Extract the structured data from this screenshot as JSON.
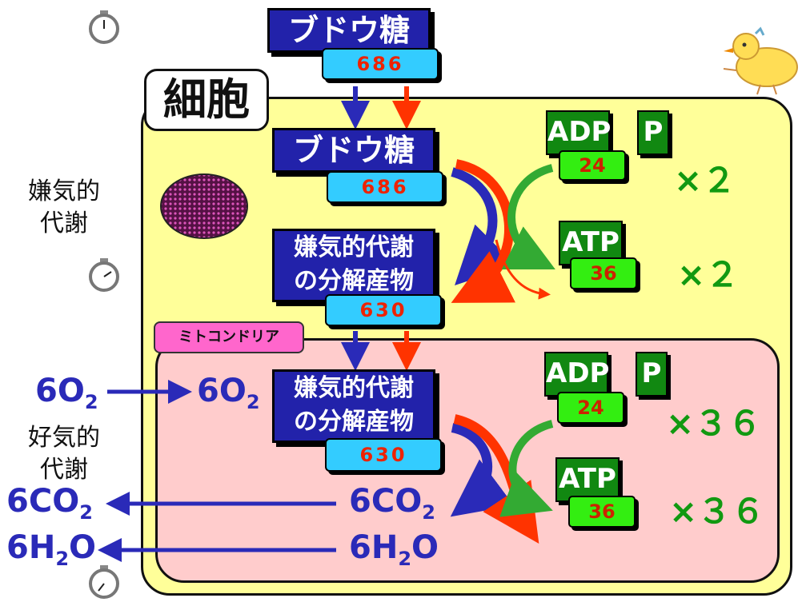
{
  "glucose": {
    "label": "ブドウ糖",
    "value": "686"
  },
  "cell_label": "細胞",
  "cell_glucose": {
    "label": "ブドウ糖",
    "value": "686"
  },
  "anaerobic_product": {
    "line1": "嫌気的代謝",
    "line2": "の分解産物",
    "value": "630"
  },
  "mito_label": "ミトコンドリア",
  "mito_product": {
    "line1": "嫌気的代謝",
    "line2": "の分解産物",
    "value": "630"
  },
  "side": {
    "anaerobic_1": "嫌気的",
    "anaerobic_2": "代謝",
    "aerobic_1": "好気的",
    "aerobic_2": "代謝"
  },
  "energy_top": {
    "adp": "ADP",
    "adp_value": "24",
    "p": "P",
    "atp": "ATP",
    "atp_value": "36",
    "mult_adp": "×２",
    "mult_atp": "×２"
  },
  "energy_bottom": {
    "adp": "ADP",
    "adp_value": "24",
    "p": "P",
    "atp": "ATP",
    "atp_value": "36",
    "mult_adp": "×３６",
    "mult_atp": "×３６"
  },
  "chem": {
    "o2_out": {
      "coef": "6O",
      "sub": "2"
    },
    "o2_in": {
      "coef": "6O",
      "sub": "2"
    },
    "co2_in": {
      "pre": "6CO",
      "sub": "2"
    },
    "co2_out": {
      "pre": "6CO",
      "sub": "2"
    },
    "h2o_in": {
      "pre": "6H",
      "sub": "2",
      "post": "O"
    },
    "h2o_out": {
      "pre": "6H",
      "sub": "2",
      "post": "O"
    }
  },
  "icons": [
    "stopwatch-icon",
    "chick-icon",
    "nucleus-icon"
  ],
  "colors": {
    "cell": "#ffff99",
    "mitochondria": "#ffcccc",
    "navy_box": "#2222aa",
    "cyan_box": "#33ccff",
    "adp_box": "#118811",
    "value_box": "#33ee11",
    "blue_arrow": "#2a2ab8",
    "red_arrow": "#ff3300",
    "green_arrow": "#33aa33"
  }
}
